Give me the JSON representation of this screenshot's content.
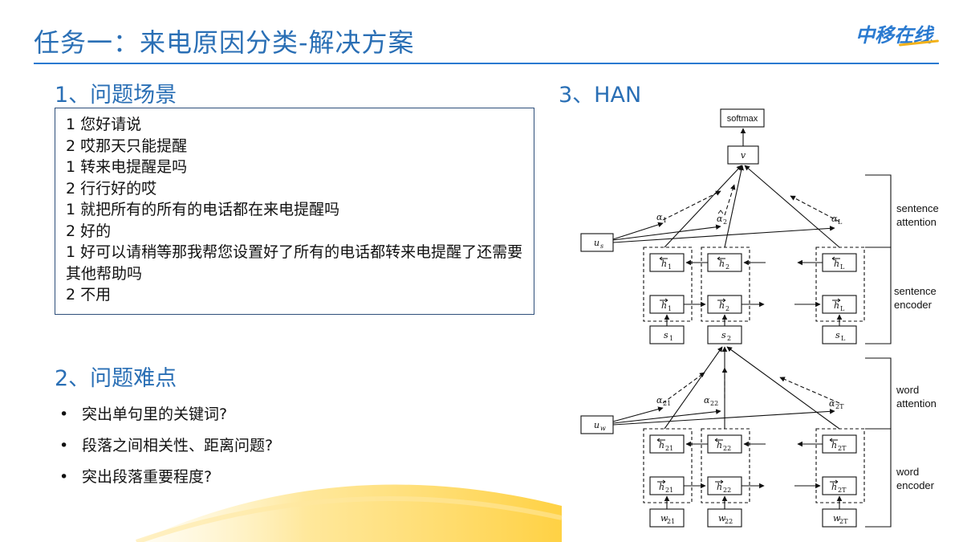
{
  "header": {
    "title": "任务一：来电原因分类-解决方案",
    "logo_text": "中移在线"
  },
  "section1": {
    "heading": "1、问题场景",
    "dialog": [
      "1 您好请说",
      "2 哎那天只能提醒",
      "1 转来电提醒是吗",
      "2 行行好的哎",
      "1 就把所有的所有的电话都在来电提醒吗",
      "2 好的",
      "1 好可以请稍等那我帮您设置好了所有的电话都转来电提醒了还需要其他帮助吗",
      "2 不用"
    ]
  },
  "section2": {
    "heading": "2、问题难点",
    "bullets": [
      "突出单句里的关键词?",
      "段落之间相关性、距离问题?",
      "突出段落重要程度?"
    ]
  },
  "section3": {
    "heading": "3、HAN",
    "diagram": {
      "softmax": "softmax",
      "v": "v",
      "us": "u",
      "us_sub": "s",
      "uw": "u",
      "uw_sub": "w",
      "alphas_sent": [
        "α",
        "α",
        "α"
      ],
      "alphas_sent_sub": [
        "1",
        "2",
        "L"
      ],
      "alphas_word": [
        "α",
        "α",
        "α"
      ],
      "alphas_word_sub": [
        "21",
        "22",
        "2T"
      ],
      "h_sent_sub": [
        "1",
        "2",
        "L"
      ],
      "h_word_sub": [
        "21",
        "22",
        "2T"
      ],
      "s_nodes": [
        "s",
        "s",
        "s"
      ],
      "s_subs": [
        "1",
        "2",
        "L"
      ],
      "w_nodes": [
        "w",
        "w",
        "w"
      ],
      "w_subs": [
        "21",
        "22",
        "2T"
      ],
      "h_letter": "h",
      "labels": {
        "sentence_attention": [
          "sentence",
          "attention"
        ],
        "sentence_encoder": [
          "sentence",
          "encoder"
        ],
        "word_attention": [
          "word",
          "attention"
        ],
        "word_encoder": [
          "word",
          "encoder"
        ]
      }
    }
  },
  "colors": {
    "title": "#2a6fb5",
    "rule": "#2a7ad0",
    "swoosh": "#ffd54a",
    "logo": "#2a7ad0"
  }
}
